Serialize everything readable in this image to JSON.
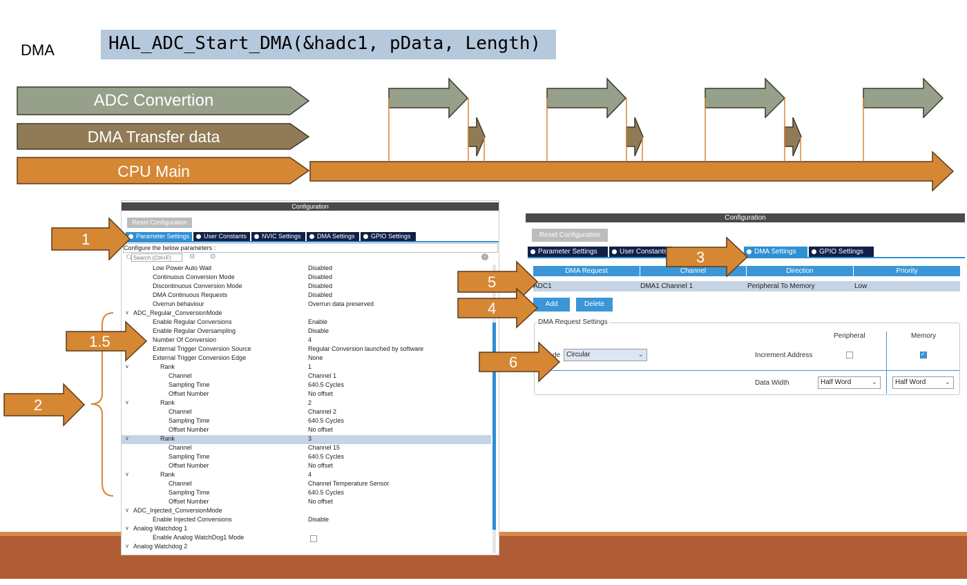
{
  "slide": {
    "label": "DMA",
    "function_call": "HAL_ADC_Start_DMA(&hadc1, pData, Length)"
  },
  "timeline": {
    "lanes": [
      {
        "label": "ADC  Convertion",
        "color": "#96a08a"
      },
      {
        "label": "DMA Transfer data",
        "color": "#917b56"
      },
      {
        "label": "CPU Main",
        "color": "#d68734"
      }
    ]
  },
  "left_config": {
    "title": "Configuration",
    "reset_label": "Reset Configuration",
    "tabs": [
      "Parameter Settings",
      "User Constants",
      "NVIC Settings",
      "DMA Settings",
      "GPIO Settings"
    ],
    "hint": "Configure the below parameters :",
    "search_placeholder": "Search (Ctrl+F)",
    "rows": [
      {
        "name": "Low Power Auto Wait",
        "value": "Disabled",
        "level": 2
      },
      {
        "name": "Continuous Conversion Mode",
        "value": "Disabled",
        "level": 2
      },
      {
        "name": "Discontinuous Conversion Mode",
        "value": "Disabled",
        "level": 2
      },
      {
        "name": "DMA Continuous Requests",
        "value": "Disabled",
        "level": 2
      },
      {
        "name": "Overrun behaviour",
        "value": "Overrun data preserved",
        "level": 2
      },
      {
        "name": "ADC_Regular_ConversionMode",
        "value": "",
        "level": 1
      },
      {
        "name": "Enable Regular Conversions",
        "value": "Enable",
        "level": 2
      },
      {
        "name": "Enable Regular Oversampling",
        "value": "Disable",
        "level": 2
      },
      {
        "name": "Number Of Conversion",
        "value": "4",
        "level": 2
      },
      {
        "name": "External Trigger Conversion Source",
        "value": "Regular Conversion launched by software",
        "level": 2
      },
      {
        "name": "External Trigger Conversion Edge",
        "value": "None",
        "level": 2
      },
      {
        "name": "Rank",
        "value": "1",
        "level": 3
      },
      {
        "name": "Channel",
        "value": "Channel 1",
        "level": 4
      },
      {
        "name": "Sampling Time",
        "value": "640.5 Cycles",
        "level": 4
      },
      {
        "name": "Offset Number",
        "value": "No offset",
        "level": 4
      },
      {
        "name": "Rank",
        "value": "2",
        "level": 3
      },
      {
        "name": "Channel",
        "value": "Channel 2",
        "level": 4
      },
      {
        "name": "Sampling Time",
        "value": "640.5 Cycles",
        "level": 4
      },
      {
        "name": "Offset Number",
        "value": "No offset",
        "level": 4
      },
      {
        "name": "Rank",
        "value": "3",
        "level": 3
      },
      {
        "name": "Channel",
        "value": "Channel 15",
        "level": 4
      },
      {
        "name": "Sampling Time",
        "value": "640.5 Cycles",
        "level": 4
      },
      {
        "name": "Offset Number",
        "value": "No offset",
        "level": 4
      },
      {
        "name": "Rank",
        "value": "4",
        "level": 3
      },
      {
        "name": "Channel",
        "value": "Channel Temperature Sensor",
        "level": 4
      },
      {
        "name": "Sampling Time",
        "value": "640.5 Cycles",
        "level": 4
      },
      {
        "name": "Offset Number",
        "value": "No offset",
        "level": 4
      },
      {
        "name": "ADC_Injected_ConversionMode",
        "value": "",
        "level": 1
      },
      {
        "name": "Enable Injected Conversions",
        "value": "Disable",
        "level": 2
      },
      {
        "name": "Analog Watchdog 1",
        "value": "",
        "level": 1
      },
      {
        "name": "Enable Analog WatchDog1 Mode",
        "value": "",
        "level": 2
      },
      {
        "name": "Analog Watchdog 2",
        "value": "",
        "level": 1
      }
    ]
  },
  "right_config": {
    "title": "Configuration",
    "reset_label": "Reset Configuration",
    "tabs": [
      "Parameter Settings",
      "User Constants",
      "DMA Settings",
      "GPIO Settings"
    ],
    "table_headers": [
      "DMA Request",
      "Channel",
      "Direction",
      "Priority"
    ],
    "table_row": [
      "ADC1",
      "DMA1 Channel 1",
      "Peripheral To Memory",
      "Low"
    ],
    "add_label": "Add",
    "delete_label": "Delete",
    "group_title": "DMA Request Settings",
    "peripheral_label": "Peripheral",
    "memory_label": "Memory",
    "mode_label": "de",
    "mode_value": "Circular",
    "increment_label": "Increment Address",
    "data_width_label": "Data Width",
    "peripheral_width": "Half Word",
    "memory_width": "Half Word",
    "increment_peripheral_checked": false,
    "increment_memory_checked": true
  },
  "callouts": [
    "1",
    "1.5",
    "2",
    "3",
    "4",
    "5",
    "6"
  ]
}
